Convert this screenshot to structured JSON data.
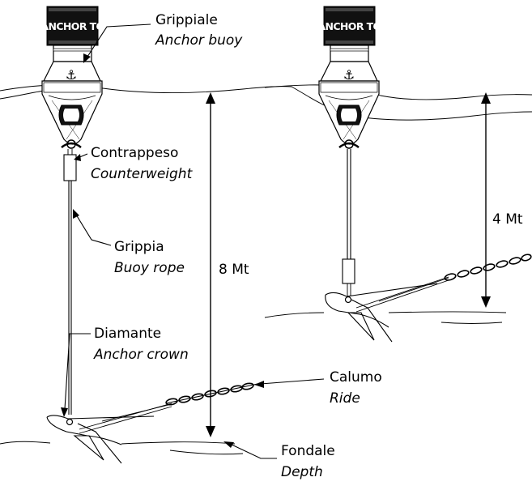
{
  "brand": {
    "buoy_text": "ANCHOR TO"
  },
  "labels": {
    "grippiale": {
      "it": "Grippiale",
      "en": "Anchor buoy"
    },
    "contrappeso": {
      "it": "Contrappeso",
      "en": "Counterweight"
    },
    "grippia": {
      "it": "Grippia",
      "en": "Buoy rope"
    },
    "diamante": {
      "it": "Diamante",
      "en": "Anchor crown"
    },
    "calumo": {
      "it": "Calumo",
      "en": "Ride"
    },
    "fondale": {
      "it": "Fondale",
      "en": "Depth"
    }
  },
  "dimensions": {
    "left_depth": "8 Mt",
    "right_depth": "4 Mt"
  },
  "colors": {
    "ink": "#000000",
    "buoy_cap": "#111111",
    "paper": "#ffffff"
  }
}
